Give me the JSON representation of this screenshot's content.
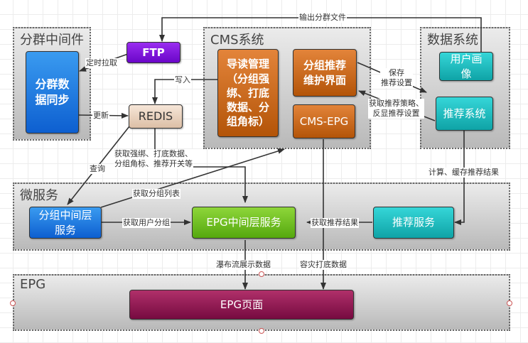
{
  "groups": {
    "cluster_middleware": "分群中间件",
    "cms": "CMS系统",
    "data_system": "数据系统",
    "microservices": "微服务",
    "epg": "EPG"
  },
  "nodes": {
    "cluster_sync": "分群数\n据同步",
    "ftp": "FTP",
    "redis": "REDIS",
    "guide_mgmt": "导读管理\n（分组强\n绑、打底\n数据、分\n组角标）",
    "group_recommend_ui": "分组推荐\n维护界面",
    "cms_epg": "CMS-EPG",
    "user_profile": "用户画\n像",
    "recommend_system": "推荐系统",
    "group_middle_service": "分组中间层\n服务",
    "epg_middle_service": "EPG中间层服务",
    "recommend_service": "推荐服务",
    "epg_page": "EPG页面"
  },
  "edge_labels": {
    "output_cluster_file": "输出分群文件",
    "scheduled_pull": "定时拉取",
    "write": "写入",
    "update": "更新",
    "query": "查询",
    "fetch_binding": "获取强绑、打底数据、\n分组角标、推荐开关等",
    "fetch_group_list": "获取分组列表",
    "fetch_user_group": "获取用户分组",
    "fetch_recommend_result": "获取推荐结果",
    "save_settings": "保存\n推荐设置",
    "fetch_strategy": "获取推荐策略、\n反显推荐设置",
    "compute_cache": "计算、缓存推荐结果",
    "waterfall_data": "瀑布流展示数据",
    "fallback_data": "容灾打底数据"
  }
}
